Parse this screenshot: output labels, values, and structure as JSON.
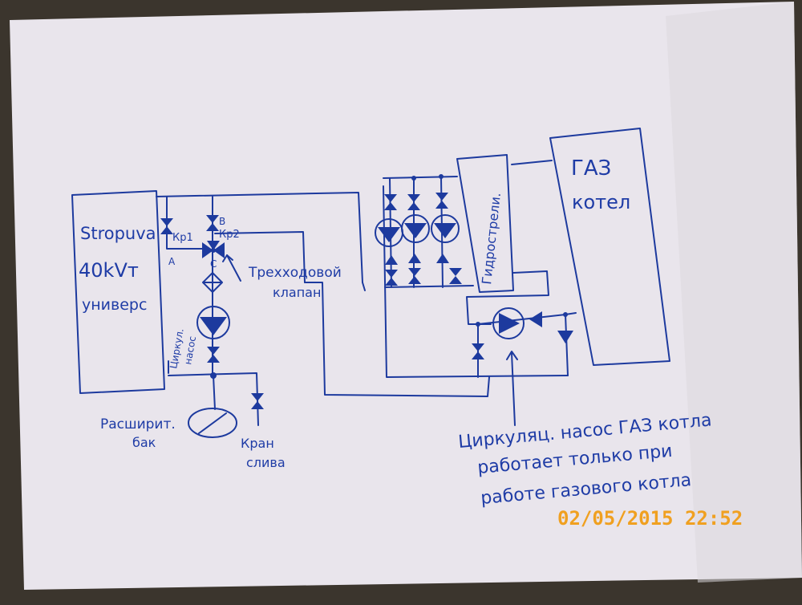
{
  "boiler_left": {
    "line1": "Stropuva",
    "line2": "40kVт",
    "line3": "универс"
  },
  "gas_boiler": {
    "line1": "ГАЗ",
    "line2": "котел"
  },
  "hydro_separator": "Гидрострели.",
  "valve_labels": {
    "kp1": "Кр1",
    "kp2": "Кр2",
    "a": "A",
    "b": "B",
    "c": "C"
  },
  "three_way_valve": {
    "line1": "Трехходовой",
    "line2": "клапан"
  },
  "circ_pump_left": {
    "line1": "Циркул.",
    "line2": "насос"
  },
  "expansion_tank": {
    "line1": "Расширит.",
    "line2": "бак"
  },
  "drain_valve": {
    "line1": "Кран",
    "line2": "слива"
  },
  "note": {
    "line1": "Циркуляц. насос  ГАЗ котла",
    "line2": "работает только при",
    "line3": "работе газового котла"
  },
  "timestamp": "02/05/2015  22:52",
  "colors": {
    "ink": "#1d3a9e",
    "paper": "#ece8ee",
    "stamp": "#f0a020"
  }
}
